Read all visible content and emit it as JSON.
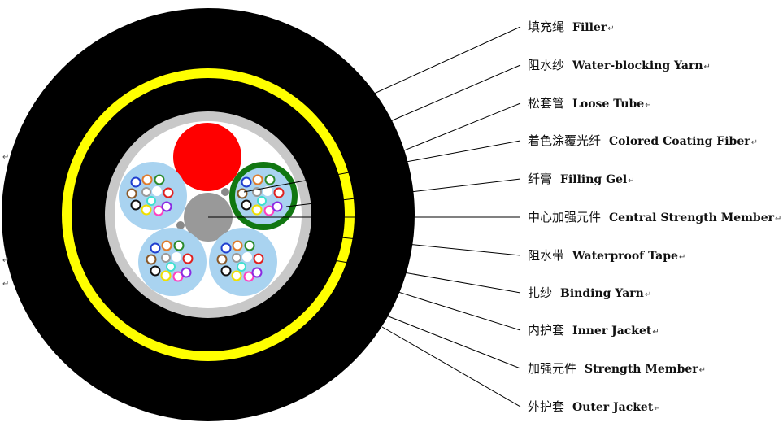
{
  "paragraph_mark": "↵",
  "labels": [
    {
      "zh": "填充绳",
      "en": "Filler"
    },
    {
      "zh": "阻水纱",
      "en": "Water-blocking Yarn"
    },
    {
      "zh": "松套管",
      "en": "Loose Tube"
    },
    {
      "zh": "着色涂覆光纤",
      "en": "Colored Coating Fiber"
    },
    {
      "zh": "纤膏",
      "en": "Filling Gel"
    },
    {
      "zh": "中心加强元件",
      "en": "Central Strength Member"
    },
    {
      "zh": "阻水带",
      "en": "Waterproof Tape"
    },
    {
      "zh": "扎纱",
      "en": "Binding Yarn"
    },
    {
      "zh": "内护套",
      "en": "Inner Jacket"
    },
    {
      "zh": "加强元件",
      "en": "Strength Member"
    },
    {
      "zh": "外护套",
      "en": "Outer Jacket"
    }
  ],
  "colors": {
    "outer_jacket": "#000000",
    "strength_member": "#ffff00",
    "inner_gap": "#000000",
    "waterproof_tape": "#c8c8c8",
    "core": "#ffffff",
    "filler": "#ff0000",
    "central_member": "#999999",
    "tube_gel": "#a9d3f0",
    "tube_highlight": "#117711",
    "fiber_colors": [
      "#1f3fcf",
      "#e07a2a",
      "#2b8a2b",
      "#8a5a2a",
      "#9a9a9a",
      "#ffffff",
      "#e02020",
      "#111111",
      "#f0e000",
      "#8a2be2",
      "#ff40c0",
      "#40e0d0"
    ]
  }
}
